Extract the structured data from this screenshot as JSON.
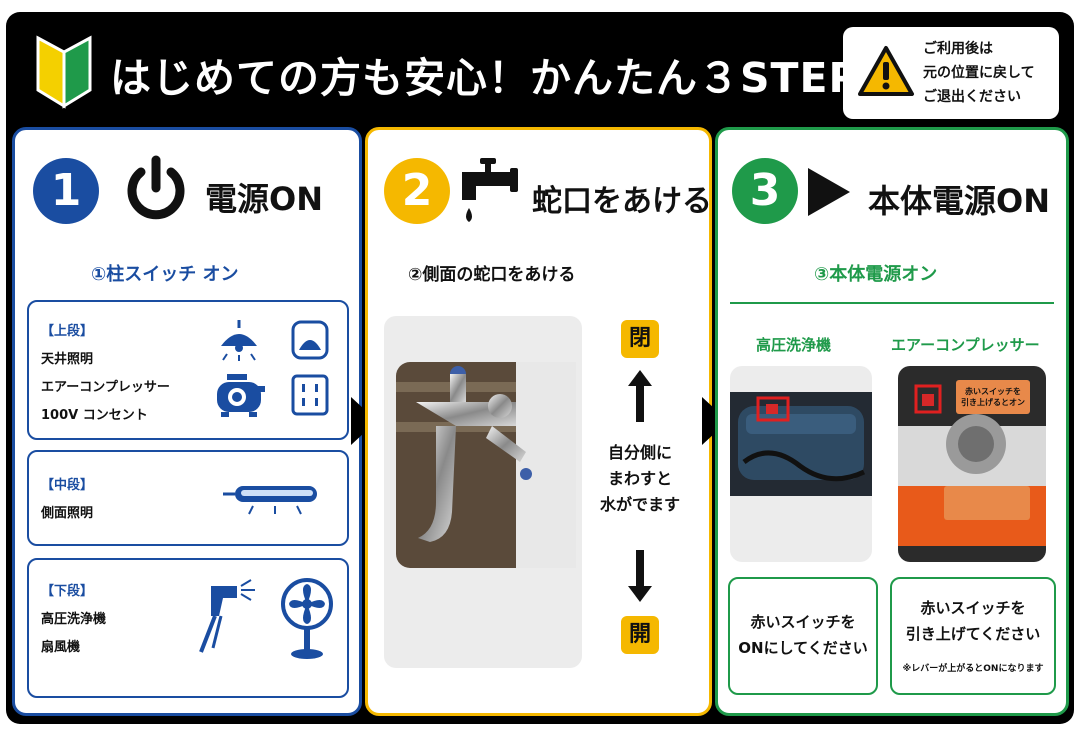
{
  "header": {
    "title": "はじめての方も安心！かんたん３STEP",
    "notice_lines": [
      "ご利用後は",
      "元の位置に戻して",
      "ご退出ください"
    ]
  },
  "step1": {
    "number": "1",
    "title": "電源ON",
    "subtitle": "①柱スイッチ オン",
    "upper": {
      "heading": "【上段】",
      "items": [
        "天井照明",
        "エアーコンプレッサー",
        "100V コンセント"
      ]
    },
    "middle": {
      "heading": "【中段】",
      "items": [
        "側面照明"
      ]
    },
    "lower": {
      "heading": "【下段】",
      "items": [
        "高圧洗浄機",
        "扇風機"
      ]
    }
  },
  "step2": {
    "number": "2",
    "title": "蛇口をあける",
    "subtitle": "②側面の蛇口をあける",
    "top_tag": "閉",
    "bottom_tag": "開",
    "instruction_lines": [
      "自分側に",
      "まわすと",
      "水がでます"
    ]
  },
  "step3": {
    "number": "3",
    "title": "本体電源ON",
    "subtitle": "③本体電源オン",
    "left_caption": "高圧洗浄機",
    "right_caption": "エアーコンプレッサー",
    "left_box_lines": [
      "赤いスイッチを",
      "ONにしてください"
    ],
    "right_box_lines": [
      "赤いスイッチを",
      "引き上げてください"
    ],
    "right_box_note": "※レバーが上がるとONになります",
    "photo_sign_top": [
      "赤いスイッチを",
      "引き上げるとオン"
    ]
  },
  "colors": {
    "blue": "#1a4da1",
    "yellow": "#f5b800",
    "green": "#1f9a4a",
    "black": "#000000"
  }
}
